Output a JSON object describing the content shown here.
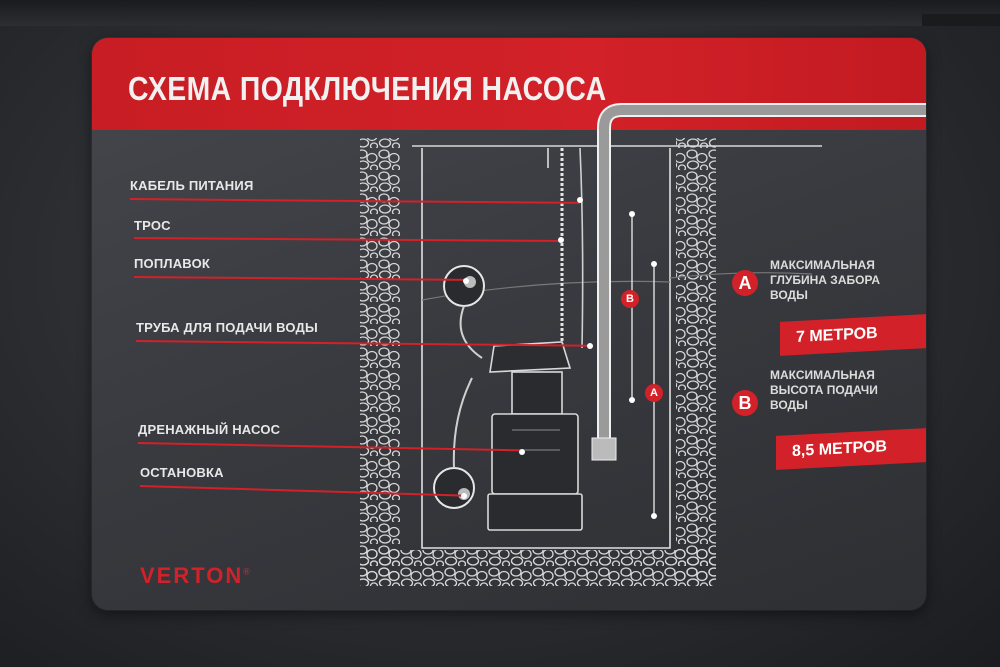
{
  "label": {
    "title": "СХЕМА ПОДКЛЮЧЕНИЯ НАСОСА",
    "parts": [
      {
        "text": "КАБЕЛЬ ПИТАНИЯ"
      },
      {
        "text": "ТРОС"
      },
      {
        "text": "ПОПЛАВОК"
      },
      {
        "text": "ТРУБА ДЛЯ ПОДАЧИ ВОДЫ"
      },
      {
        "text": "ДРЕНАЖНЫЙ НАСОС"
      },
      {
        "text": "ОСТАНОВКА"
      }
    ],
    "specs": [
      {
        "badge": "A",
        "line1": "МАКСИМАЛЬНАЯ",
        "line2": "ГЛУБИНА ЗАБОРА",
        "line3": "ВОДЫ",
        "value": "7 МЕТРОВ"
      },
      {
        "badge": "B",
        "line1": "МАКСИМАЛЬНАЯ",
        "line2": "ВЫСОТА ПОДАЧИ",
        "line3": "ВОДЫ",
        "value": "8,5 МЕТРОВ"
      }
    ],
    "diagram_markers": {
      "b": "B",
      "a": "A"
    },
    "brand": "VERTON",
    "brand_mark": "®"
  },
  "colors": {
    "accent": "#d22128",
    "panel": "#3a3c41",
    "text": "#e8e8e8"
  }
}
